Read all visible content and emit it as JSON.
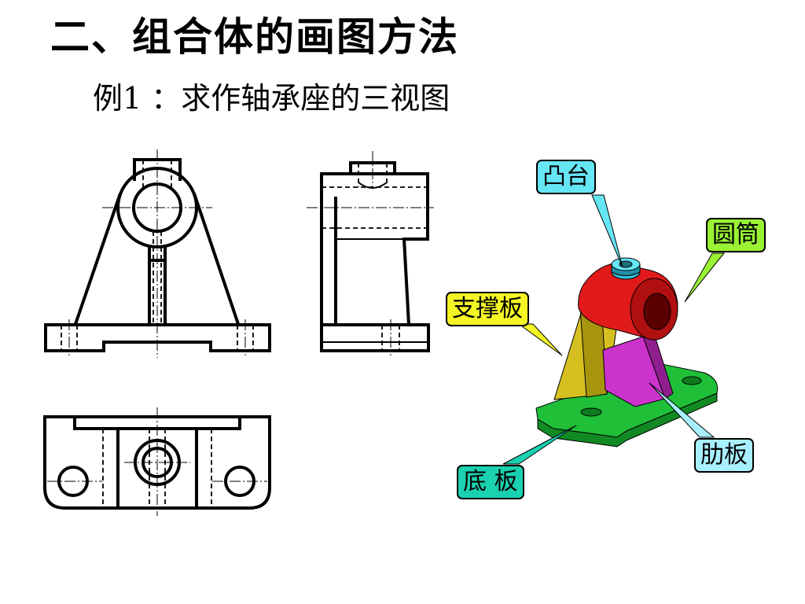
{
  "heading": {
    "title": "二、组合体的画图方法"
  },
  "example": {
    "text": "例1 ：求作轴承座的三视图"
  },
  "callouts": {
    "boss": {
      "text": "凸台",
      "color": "#66e6f5"
    },
    "cylinder": {
      "text": "圆筒",
      "color": "#99f233"
    },
    "support_plate": {
      "text": "支撑板",
      "color": "#f5f526"
    },
    "rib_plate": {
      "text": "肋板",
      "color": "#a8f0ff"
    },
    "base_plate": {
      "text": "底 板",
      "color": "#1ad1b0"
    }
  },
  "model_colors": {
    "cylinder": "#e01a1a",
    "boss": "#33bfd9",
    "support": "#d6c020",
    "rib": "#cc33cc",
    "base": "#1fbf38"
  }
}
